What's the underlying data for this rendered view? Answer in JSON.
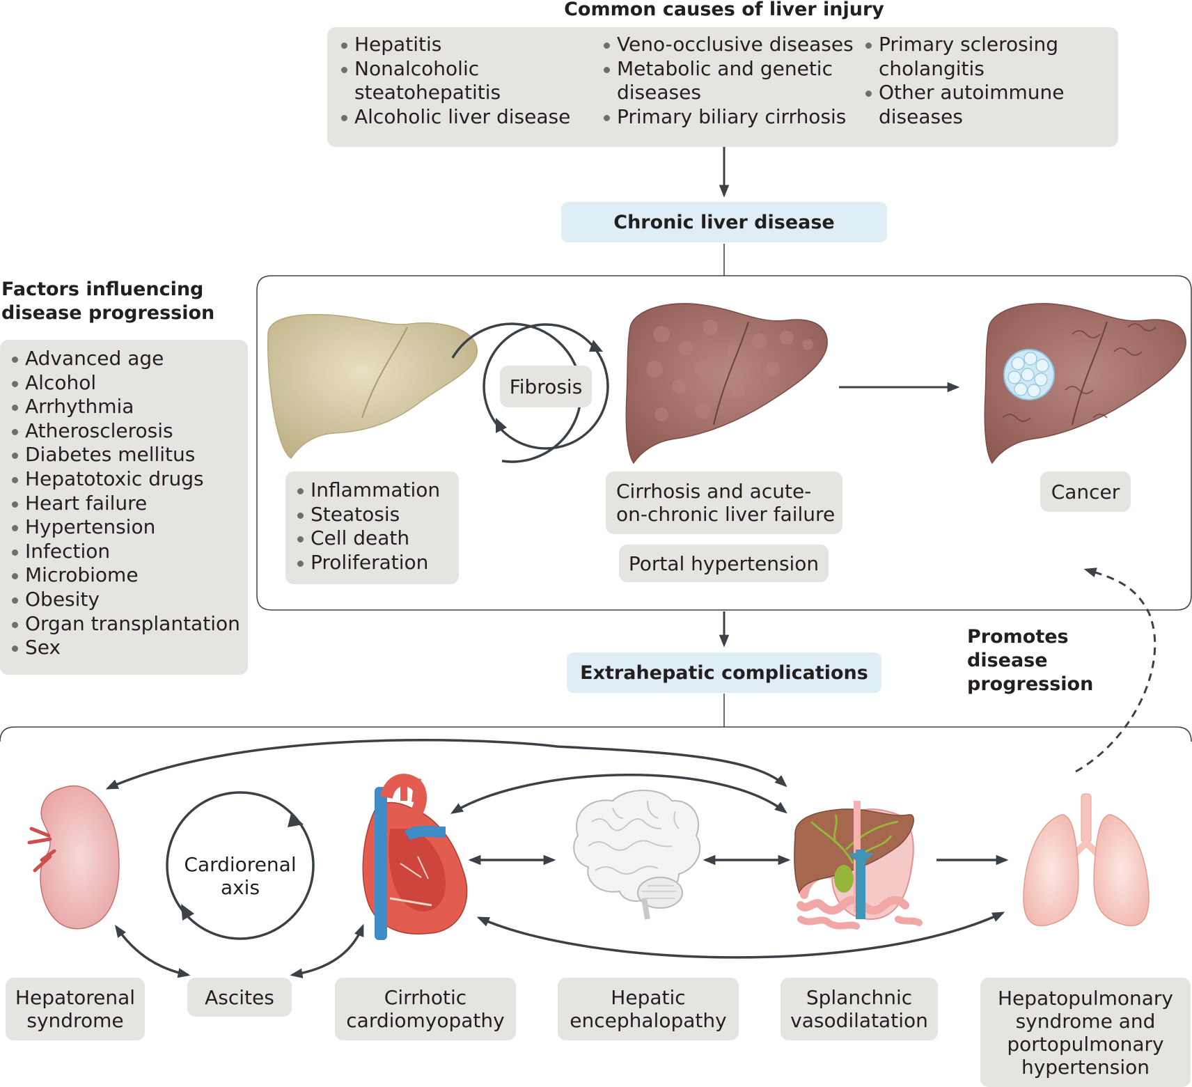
{
  "causes": {
    "title": "Common causes of liver injury",
    "col1": [
      "Hepatitis",
      "Nonalcoholic steatohepatitis",
      "Alcoholic liver disease"
    ],
    "col2": [
      "Veno-occlusive diseases",
      "Metabolic and genetic diseases",
      "Primary biliary cirrhosis"
    ],
    "col3": [
      "Primary sclerosing cholangitis",
      "Other autoimmune diseases"
    ]
  },
  "chronic": {
    "label": "Chronic liver disease"
  },
  "factors": {
    "title": "Factors influencing disease progression",
    "items": [
      "Advanced age",
      "Alcohol",
      "Arrhythmia",
      "Atherosclerosis",
      "Diabetes mellitus",
      "Hepatotoxic drugs",
      "Heart failure",
      "Hypertension",
      "Infection",
      "Microbiome",
      "Obesity",
      "Organ transplantation",
      "Sex"
    ]
  },
  "liver_stage": {
    "fibrosis": "Fibrosis",
    "early_items": [
      "Inflammation",
      "Steatosis",
      "Cell death",
      "Proliferation"
    ],
    "cirrhosis": "Cirrhosis and acute-\non-chronic liver failure",
    "portal": "Portal hypertension",
    "cancer": "Cancer"
  },
  "extrahepatic": {
    "label": "Extrahepatic complications"
  },
  "promotes": "Promotes disease progression",
  "complications": {
    "cardiorenal": "Cardiorenal axis",
    "hepatorenal": "Hepatorenal\nsyndrome",
    "ascites": "Ascites",
    "cardiomyopathy": "Cirrhotic\ncardiomyopathy",
    "encephalopathy": "Hepatic\nencephalopathy",
    "splanchnic": "Splanchnic\nvasodilatation",
    "hepatopulmonary": "Hepatopulmonary\nsyndrome and\nportopulmonary\nhypertension"
  },
  "colors": {
    "box_gray": "#e5e4e1",
    "box_blue": "#dfedf7",
    "arrow": "#3b4147",
    "liver_healthy": "#cfc29c",
    "liver_cirrhotic": "#a06a64",
    "tumor": "#cde8f6"
  },
  "icons": [
    "healthy-liver-icon",
    "cirrhotic-liver-icon",
    "cancer-liver-icon",
    "kidney-icon",
    "heart-icon",
    "brain-icon",
    "digestive-organs-icon",
    "lungs-icon"
  ]
}
